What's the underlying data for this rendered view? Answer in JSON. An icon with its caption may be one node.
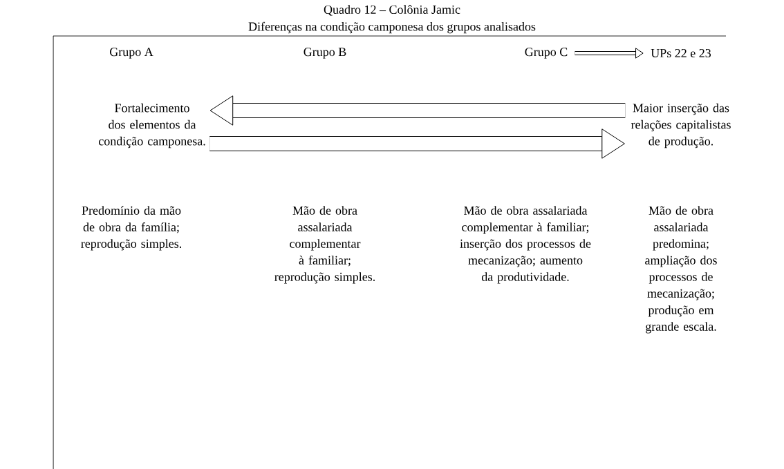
{
  "diagram": {
    "title": "Quadro 12 – Colônia Jamic",
    "nodes": [
      {
        "text": [
          "Grupo C"
        ]
      },
      {
        "text": [
          "UPs 22 e 23"
        ]
      },
      {
        "text": [
          "Fortalecimento dos elementos da condição camponesa."
        ]
      },
      {
        "text": [
          "Maior inserção das relações capitalistas de produção."
        ]
      }
    ],
    "edges": [
      {
        "from": 0,
        "to": 1,
        "arrow": "to"
      },
      {
        "from": 3,
        "to": 2,
        "arrow": "to"
      },
      {
        "from": 2,
        "to": 3,
        "arrow": "to"
      }
    ],
    "labels": [
      "Diferenças na condição camponesa dos grupos analisados",
      "Grupo A",
      "Grupo B",
      "Predomínio da mão de obra da família; reprodução simples.",
      "Mão de obra assalariada complementar à familiar; reprodução simples.",
      "Mão de obra assalariada complementar à familiar; inserção dos processos de mecanização; aumento da produtividade.",
      "Mão de obra assalariada predomina; ampliação dos processos de mecanização; produção em grande escala."
    ]
  }
}
